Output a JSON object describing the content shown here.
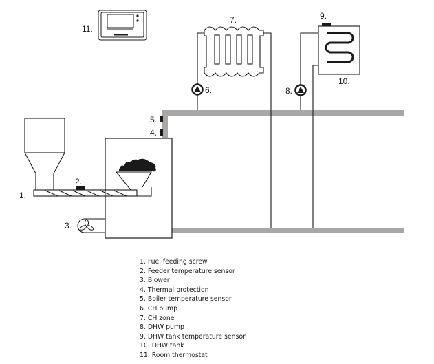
{
  "diagram": {
    "title": "Boiler installation scheme",
    "colors": {
      "line": "#1a1a1a",
      "pipe": "#aaa8a6",
      "sensor": "#1a1a1a",
      "background": "#ffffff"
    },
    "callouts": {
      "fuel_screw": "1.",
      "feeder_sensor": "2.",
      "blower": "3.",
      "thermal_protection": "4.",
      "boiler_sensor": "5.",
      "ch_pump": "6.",
      "ch_zone": "7.",
      "dhw_pump": "8.",
      "dhw_tank_sensor": "9.",
      "dhw_tank": "10.",
      "room_thermostat": "11."
    },
    "legend": [
      {
        "num": "1.",
        "text": "Fuel feeding screw"
      },
      {
        "num": "2.",
        "text": "Feeder temperature sensor"
      },
      {
        "num": "3.",
        "text": "Blower"
      },
      {
        "num": "4.",
        "text": "Thermal protection"
      },
      {
        "num": "5.",
        "text": "Boiler temperature sensor"
      },
      {
        "num": "6.",
        "text": "CH pump"
      },
      {
        "num": "7.",
        "text": "CH zone"
      },
      {
        "num": "8.",
        "text": "DHW pump"
      },
      {
        "num": "9.",
        "text": "DHW tank temperature sensor"
      },
      {
        "num": "10.",
        "text": "DHW tank"
      },
      {
        "num": "11.",
        "text": "Room thermostat"
      }
    ],
    "legend_lines": [
      "1. Fuel feeding screw",
      "2. Feeder temperature sensor",
      "3. Blower",
      "4. Thermal protection",
      "5. Boiler temperature sensor",
      "6. CH pump",
      "7. CH zone",
      "8. DHW pump",
      "9. DHW tank temperature sensor",
      "10. DHW tank",
      "11. Room thermostat"
    ]
  }
}
